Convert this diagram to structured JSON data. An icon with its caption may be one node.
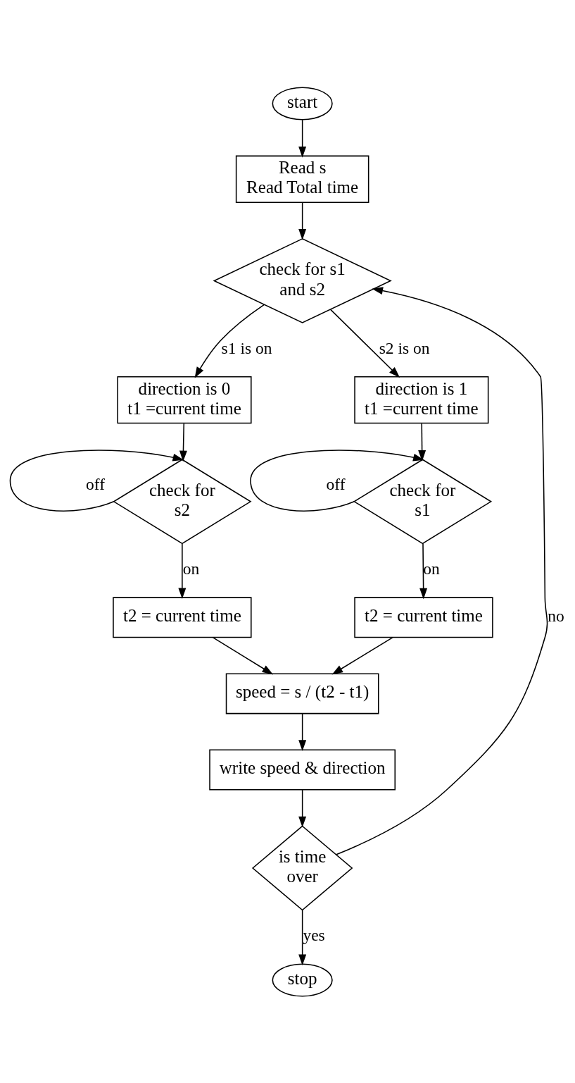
{
  "diagram": {
    "nodes": [
      {
        "text": [
          "start"
        ]
      },
      {
        "text": [
          "Read s",
          "Read Total time"
        ]
      },
      {
        "text": [
          "check for s1 and s2"
        ]
      },
      {
        "text": [
          "direction is 0",
          "t1 =current time"
        ]
      },
      {
        "text": [
          "check for s2"
        ]
      },
      {
        "text": [
          "t2 = current time"
        ]
      },
      {
        "text": [
          "direction is 1",
          "t1 =current time"
        ]
      },
      {
        "text": [
          "check for s1"
        ]
      },
      {
        "text": [
          "t2 = current time"
        ]
      },
      {
        "text": [
          "speed = s / (t2 - t1)"
        ]
      },
      {
        "text": [
          "write speed & direction"
        ]
      },
      {
        "text": [
          "is time over"
        ]
      },
      {
        "text": [
          "stop"
        ]
      }
    ],
    "edges": [
      {
        "from": 0,
        "to": 1,
        "arrow": "to"
      },
      {
        "from": 1,
        "to": 2,
        "arrow": "to"
      },
      {
        "from": 2,
        "to": 3,
        "arrow": "to",
        "label": "s1 is on"
      },
      {
        "from": 2,
        "to": 6,
        "arrow": "to",
        "label": "s2 is on"
      },
      {
        "from": 3,
        "to": 4,
        "arrow": "to"
      },
      {
        "from": 4,
        "to": 4,
        "arrow": "to",
        "label": "off"
      },
      {
        "from": 4,
        "to": 5,
        "arrow": "to",
        "label": "on"
      },
      {
        "from": 6,
        "to": 7,
        "arrow": "to"
      },
      {
        "from": 7,
        "to": 7,
        "arrow": "to",
        "label": "off"
      },
      {
        "from": 7,
        "to": 8,
        "arrow": "to",
        "label": "on"
      },
      {
        "from": 8,
        "to": 9,
        "arrow": "to"
      },
      {
        "from": 5,
        "to": 9,
        "arrow": "to"
      },
      {
        "from": 9,
        "to": 10,
        "arrow": "to"
      },
      {
        "from": 10,
        "to": 11,
        "arrow": "to"
      },
      {
        "from": 11,
        "to": 2,
        "arrow": "to",
        "label": "no"
      },
      {
        "from": 11,
        "to": 12,
        "arrow": "to",
        "label": "yes"
      }
    ]
  }
}
